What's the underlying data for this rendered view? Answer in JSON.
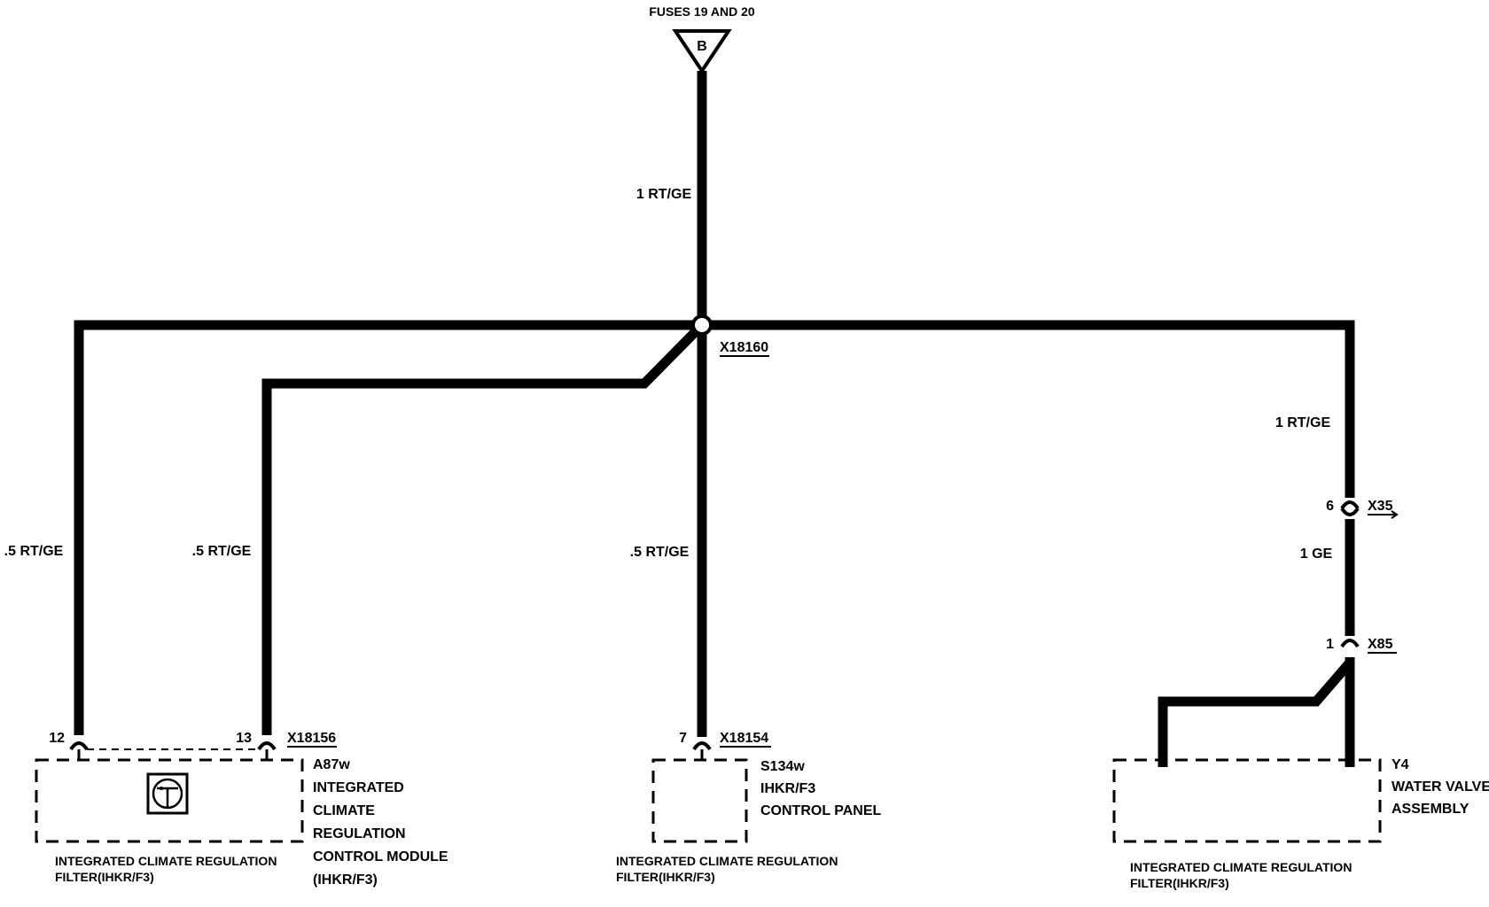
{
  "source": {
    "label": "FUSES 19 AND 20",
    "terminal": "B"
  },
  "splice": {
    "id": "X18160"
  },
  "wires": {
    "main": "1 RT/GE",
    "branch_a": ".5 RT/GE",
    "branch_b": ".5 RT/GE",
    "branch_c": ".5 RT/GE",
    "branch_d_upper": "1 RT/GE",
    "branch_d_lower": "1 GE"
  },
  "connectors": {
    "x35": {
      "pin": "6",
      "id": "X35"
    },
    "x85": {
      "pin": "1",
      "id": "X85"
    }
  },
  "components": {
    "a87w": {
      "pins": [
        "12",
        "13"
      ],
      "connector": "X18156",
      "lines": [
        "A87w",
        "INTEGRATED",
        "CLIMATE",
        "REGULATION",
        "CONTROL MODULE",
        "(IHKR/F3)"
      ],
      "caption": [
        "INTEGRATED CLIMATE REGULATION",
        "FILTER(IHKR/F3)"
      ]
    },
    "s134w": {
      "pin": "7",
      "connector": "X18154",
      "lines": [
        "S134w",
        "IHKR/F3",
        "CONTROL PANEL"
      ],
      "caption": [
        "INTEGRATED CLIMATE REGULATION",
        "FILTER(IHKR/F3)"
      ]
    },
    "y4": {
      "lines": [
        "Y4",
        "WATER VALVE",
        "ASSEMBLY"
      ],
      "caption": [
        "INTEGRATED CLIMATE REGULATION",
        "FILTER(IHKR/F3)"
      ]
    }
  }
}
